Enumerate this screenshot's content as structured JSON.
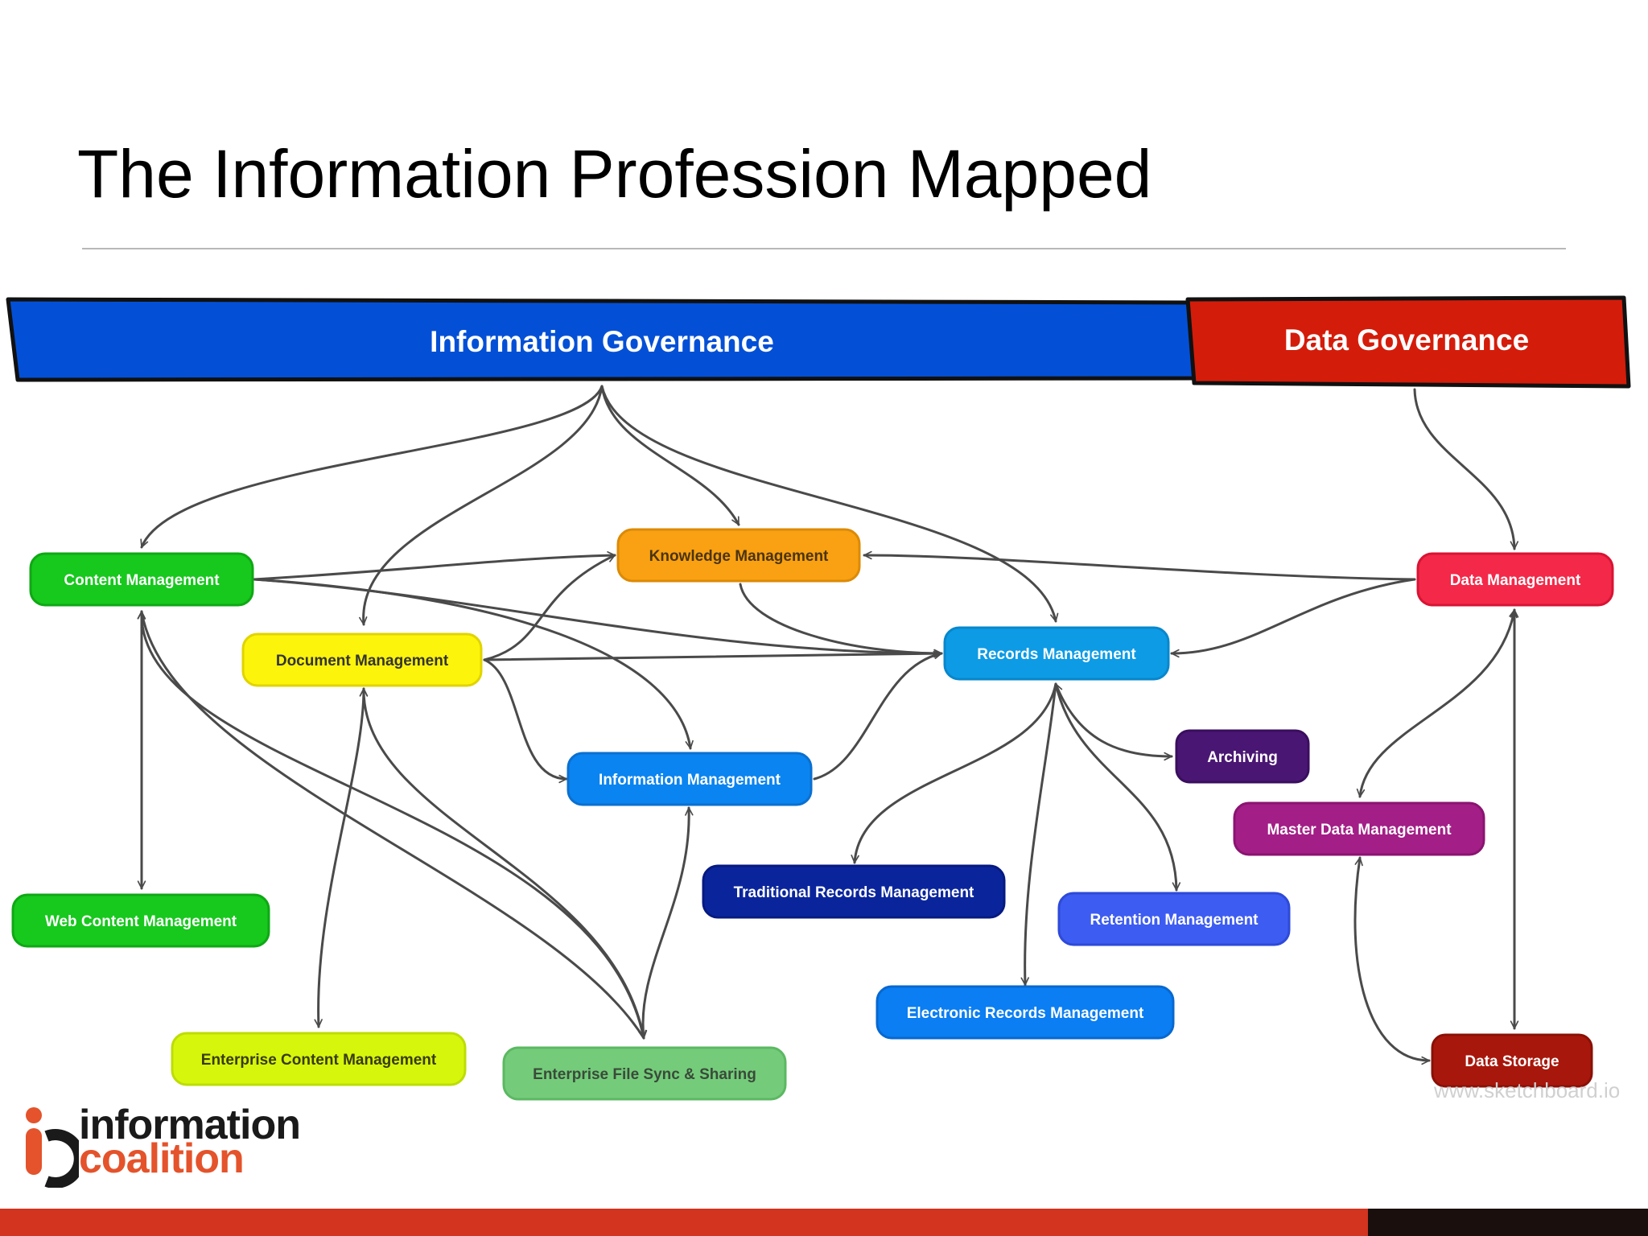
{
  "slide": {
    "title": "The Information Profession Mapped",
    "watermark": "www.sketchboard.io"
  },
  "bands": {
    "information_governance": {
      "label": "Information Governance",
      "color": "#0350d6"
    },
    "data_governance": {
      "label": "Data Governance",
      "color": "#d41c0a"
    }
  },
  "nodes": {
    "content_management": {
      "label": "Content Management",
      "color": "#17c81d"
    },
    "document_management": {
      "label": "Document Management",
      "color": "#fcf40a"
    },
    "knowledge_management": {
      "label": "Knowledge Management",
      "color": "#f9a112"
    },
    "records_management": {
      "label": "Records Management",
      "color": "#0d9be5"
    },
    "information_management": {
      "label": "Information Management",
      "color": "#0a84f0"
    },
    "data_management": {
      "label": "Data Management",
      "color": "#f42848"
    },
    "archiving": {
      "label": "Archiving",
      "color": "#4a1673"
    },
    "master_data_management": {
      "label": "Master Data Management",
      "color": "#a31e86"
    },
    "traditional_records_management": {
      "label": "Traditional Records Management",
      "color": "#0a259c"
    },
    "retention_management": {
      "label": "Retention Management",
      "color": "#3d5cf2"
    },
    "electronic_records_management": {
      "label": "Electronic Records Management",
      "color": "#0a7ef2"
    },
    "web_content_management": {
      "label": "Web Content Management",
      "color": "#17c81d"
    },
    "enterprise_content_management": {
      "label": "Enterprise Content Management",
      "color": "#d6f70c"
    },
    "enterprise_file_sync_sharing": {
      "label": "Enterprise File Sync & Sharing",
      "color": "#74cc7a"
    },
    "data_storage": {
      "label": "Data Storage",
      "color": "#a8170c"
    }
  },
  "logo": {
    "line1": "information",
    "line2": "coalition"
  },
  "colors": {
    "edge": "#4a4a4a",
    "logo_orange": "#e4532b",
    "footer_red": "#d2341f",
    "footer_dark": "#1a0f0d"
  }
}
